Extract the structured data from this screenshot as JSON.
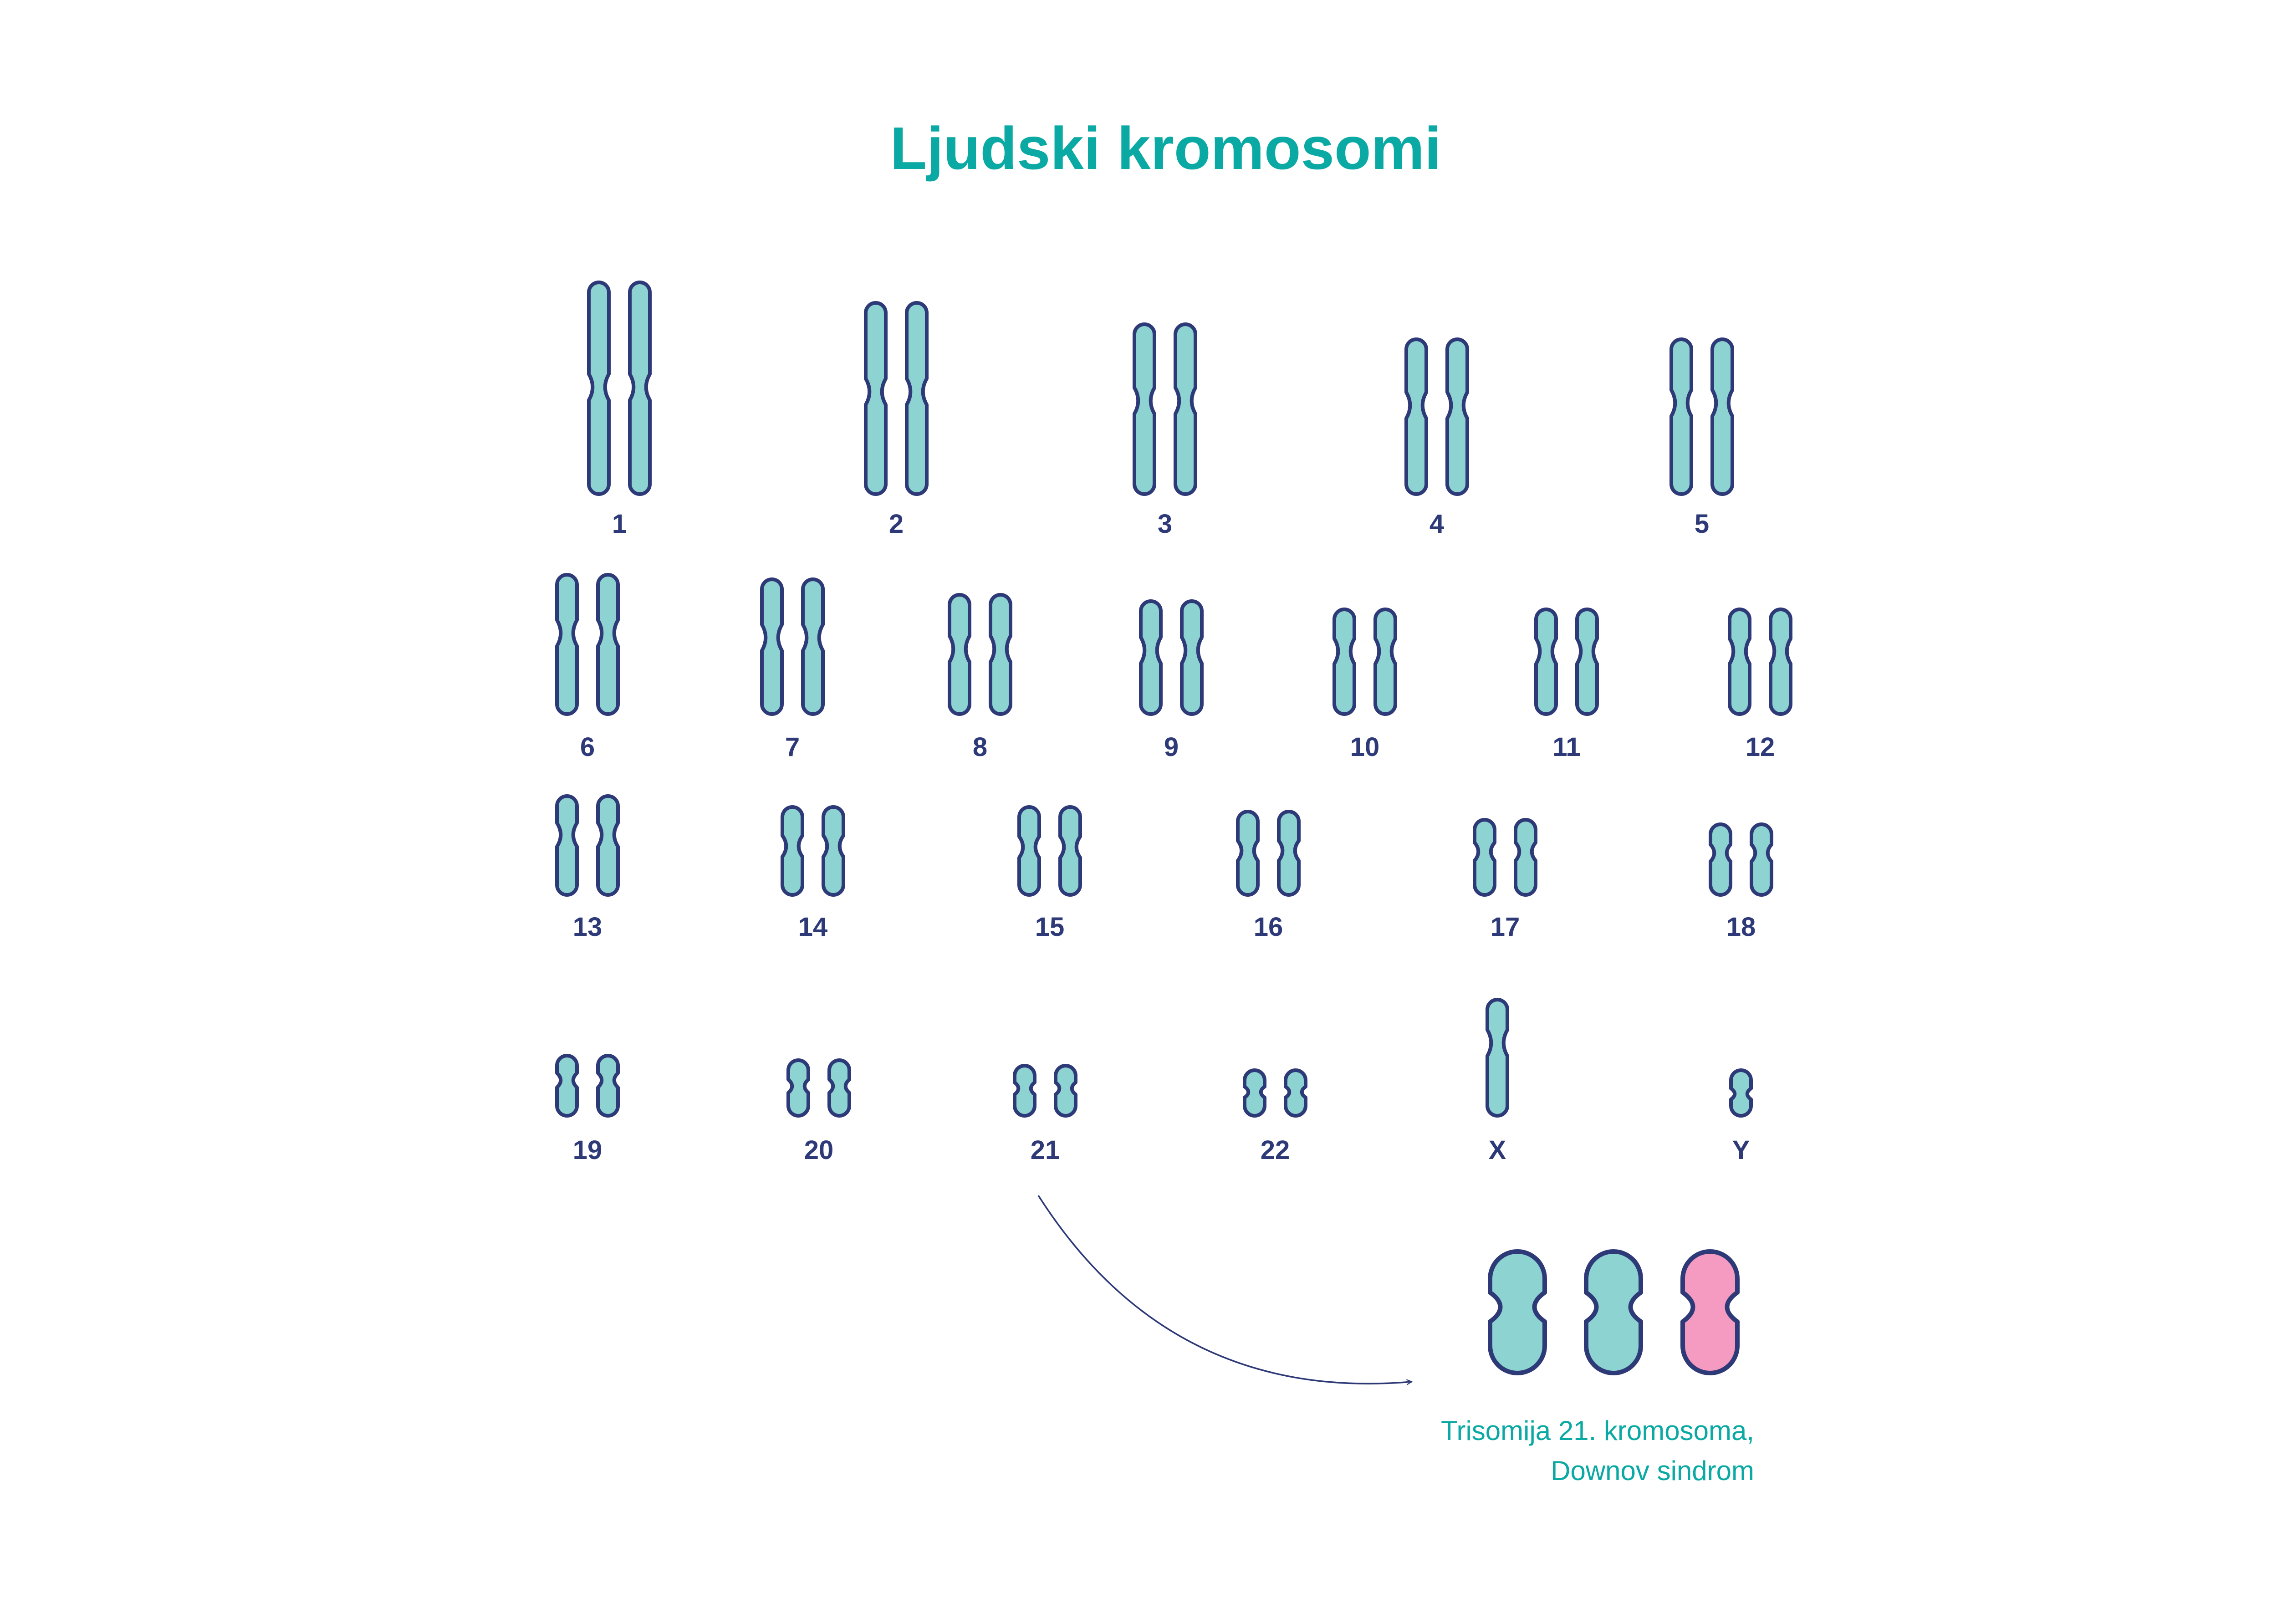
{
  "title": "Ljudski kromosomi",
  "colors": {
    "title": "#0aa9a4",
    "chromosome_fill": "#8dd3d2",
    "chromosome_outline": "#2e3a78",
    "highlight_fill": "#f59ac0",
    "label": "#2e3a78",
    "caption": "#0aa9a4"
  },
  "chromosomes": [
    {
      "label": "1",
      "count": 2
    },
    {
      "label": "2",
      "count": 2
    },
    {
      "label": "3",
      "count": 2
    },
    {
      "label": "4",
      "count": 2
    },
    {
      "label": "5",
      "count": 2
    },
    {
      "label": "6",
      "count": 2
    },
    {
      "label": "7",
      "count": 2
    },
    {
      "label": "8",
      "count": 2
    },
    {
      "label": "9",
      "count": 2
    },
    {
      "label": "10",
      "count": 2
    },
    {
      "label": "11",
      "count": 2
    },
    {
      "label": "12",
      "count": 2
    },
    {
      "label": "13",
      "count": 2
    },
    {
      "label": "14",
      "count": 2
    },
    {
      "label": "15",
      "count": 2
    },
    {
      "label": "16",
      "count": 2
    },
    {
      "label": "17",
      "count": 2
    },
    {
      "label": "18",
      "count": 2
    },
    {
      "label": "19",
      "count": 2
    },
    {
      "label": "20",
      "count": 2
    },
    {
      "label": "21",
      "count": 2
    },
    {
      "label": "22",
      "count": 2
    },
    {
      "label": "X",
      "count": 1
    },
    {
      "label": "Y",
      "count": 1
    }
  ],
  "trisomy": {
    "caption_line1": "Trisomija 21. kromosoma,",
    "caption_line2": "Downov sindrom"
  }
}
